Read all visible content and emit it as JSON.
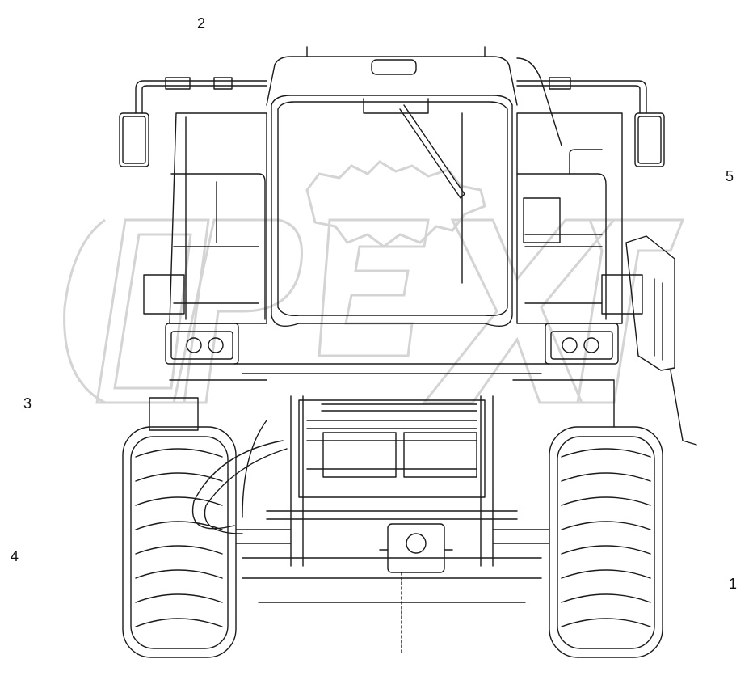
{
  "diagram": {
    "callouts": [
      "2",
      "5",
      "3",
      "4",
      "1"
    ],
    "watermark": "OPEX",
    "colors": {
      "line": "#1a1a1a",
      "watermark": "#d4d4d4",
      "background": "#ffffff"
    }
  }
}
